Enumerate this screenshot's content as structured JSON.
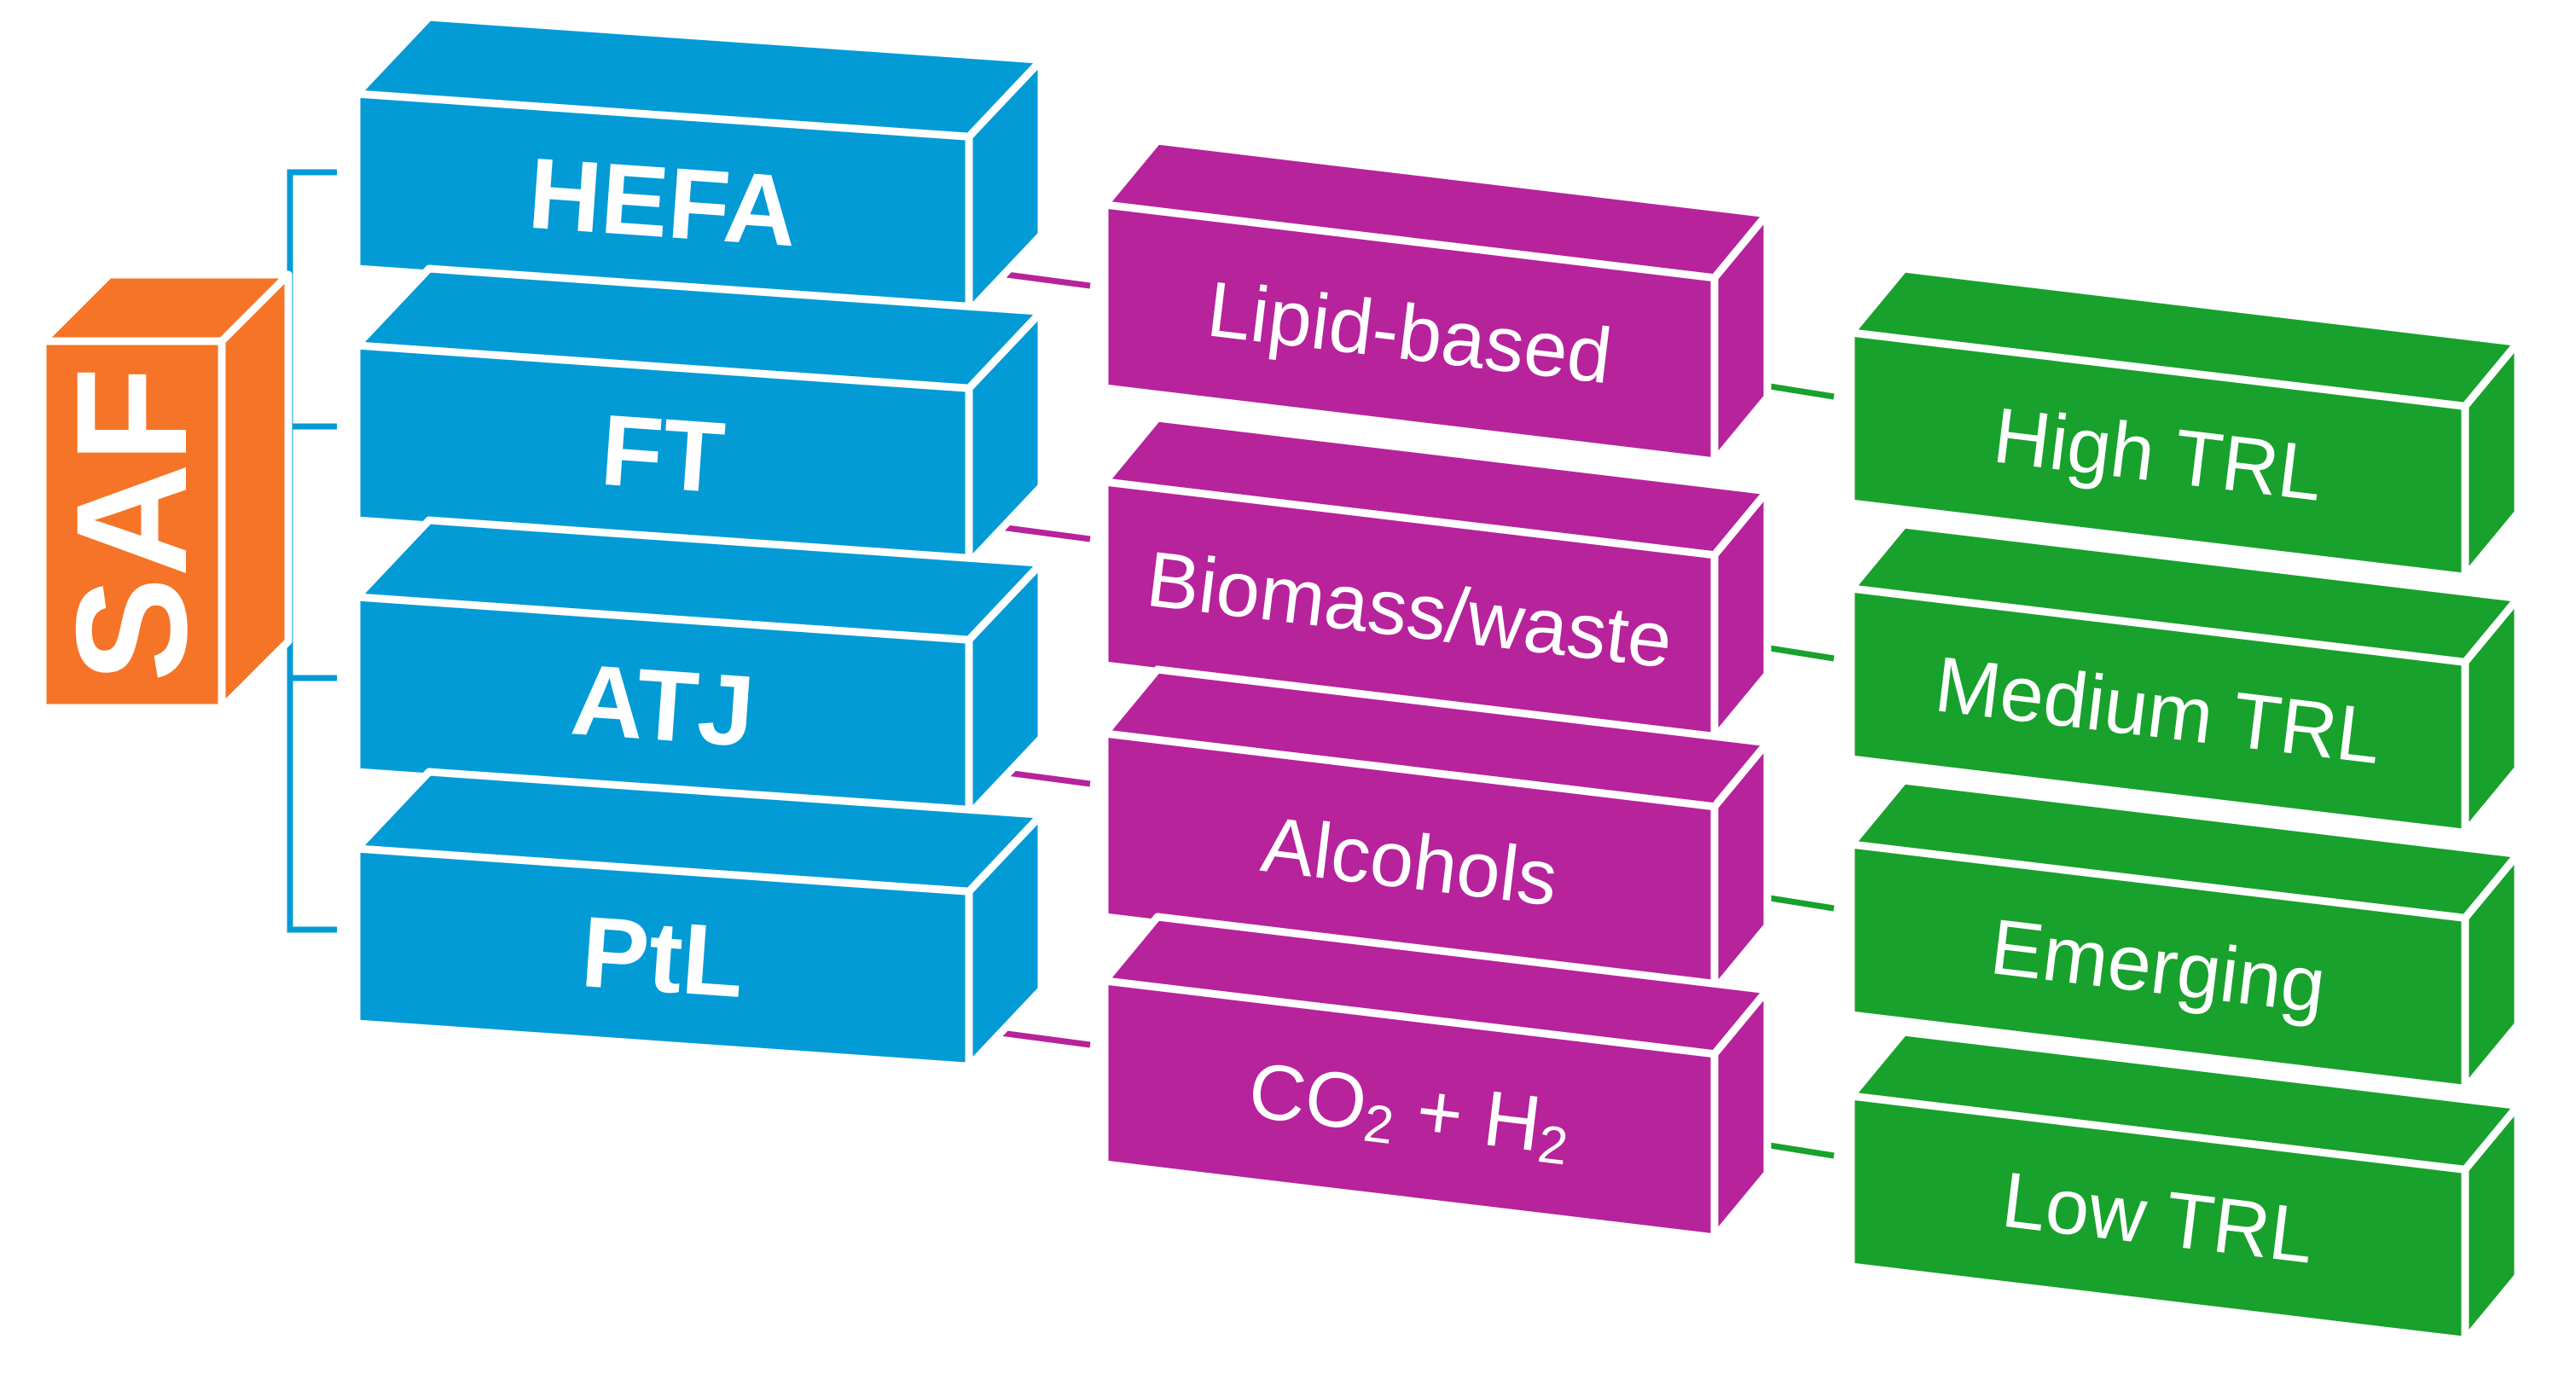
{
  "root": {
    "label": "SAF",
    "color": "#f57428"
  },
  "pathways": {
    "color": "#029bd6",
    "items": [
      "HEFA",
      "FT",
      "ATJ",
      "PtL"
    ]
  },
  "feedstocks": {
    "color": "#b6239b",
    "items": [
      "Lipid-based",
      "Biomass/waste",
      "Alcohols"
    ],
    "co2h2": {
      "a": "CO",
      "a_sub": "2",
      "mid": " + H",
      "b_sub": "2"
    }
  },
  "maturity": {
    "color": "#18a12c",
    "items": [
      "High TRL",
      "Medium TRL",
      "Emerging",
      "Low TRL"
    ]
  }
}
